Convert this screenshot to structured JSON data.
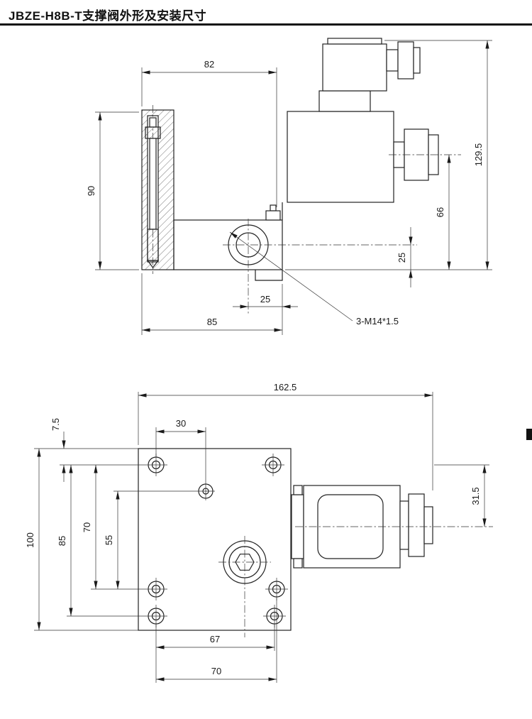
{
  "title": "JBZE-H8B-T支撑阀外形及安装尺寸",
  "colors": {
    "ink": "#1a1a1a",
    "background": "#ffffff"
  },
  "side_view": {
    "d82": "82",
    "d90": "90",
    "d129_5": "129.5",
    "d66": "66",
    "d25_right": "25",
    "d25_bottom": "25",
    "d85": "85",
    "thread_label": "3-M14*1.5"
  },
  "plan_view": {
    "d162_5": "162.5",
    "d7_5": "7.5",
    "d30": "30",
    "d100": "100",
    "d85": "85",
    "d70_left": "70",
    "d55": "55",
    "d31_5": "31.5",
    "d67": "67",
    "d70_bottom": "70"
  }
}
